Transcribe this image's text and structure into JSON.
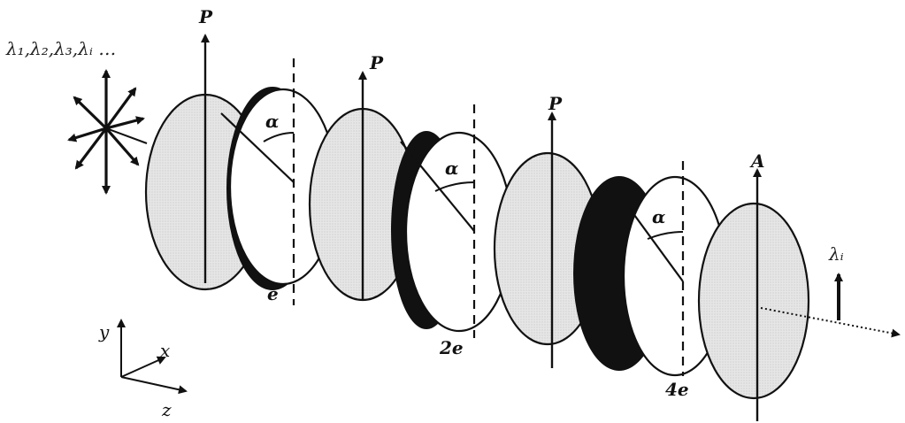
{
  "wavelength_input_label": "λ₁,λ₂,λ₃,λᵢ …",
  "wavelength_output_label": "λᵢ",
  "polarizer_label": "P",
  "analyzer_label": "A",
  "angle_label": "α",
  "plate_thickness_labels": [
    "e",
    "2e",
    "4e"
  ],
  "axis_labels": {
    "x": "x",
    "y": "y",
    "z": "z"
  }
}
